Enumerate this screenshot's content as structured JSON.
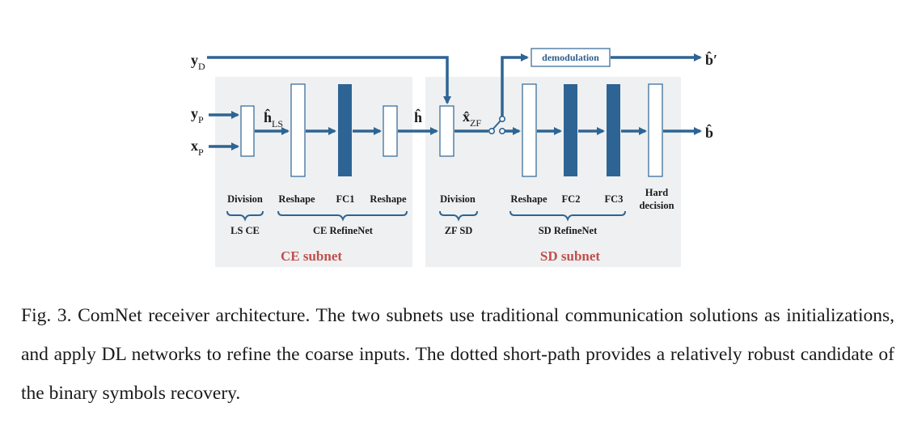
{
  "inputs": {
    "yD": {
      "base": "y",
      "sub": "D"
    },
    "yP": {
      "base": "y",
      "sub": "P"
    },
    "xP": {
      "base": "x",
      "sub": "P"
    }
  },
  "signals": {
    "hLS": {
      "base": "ĥ",
      "sub": "LS"
    },
    "h": {
      "base": "ĥ"
    },
    "xZF": {
      "base": "x̂",
      "sub": "ZF"
    }
  },
  "outputs": {
    "b_prime": "b̂′",
    "b": "b̂"
  },
  "demod_label": "demodulation",
  "layers": {
    "division1": "Division",
    "reshape1": "Reshape",
    "fc1": "FC1",
    "reshape2": "Reshape",
    "division2": "Division",
    "reshape3": "Reshape",
    "fc2": "FC2",
    "fc3": "FC3",
    "hard_line1": "Hard",
    "hard_line2": "decision"
  },
  "groups": {
    "ls_ce": "LS CE",
    "ce_refinenet": "CE RefineNet",
    "zf_sd": "ZF SD",
    "sd_refinenet": "SD RefineNet"
  },
  "subnets": {
    "ce": "CE subnet",
    "sd": "SD subnet"
  },
  "caption": "Fig. 3. ComNet receiver architecture. The two subnets use traditional communication solutions as initializations, and apply DL networks to refine the coarse inputs. The dotted short-path provides a relatively robust candidate of the binary symbols recovery.",
  "colors": {
    "arrow": "#2e6494",
    "dense_block": "#2e6494",
    "panel": "#eef0f1",
    "subnet_label": "#c0504d",
    "demod_text": "#2f5f8a"
  }
}
